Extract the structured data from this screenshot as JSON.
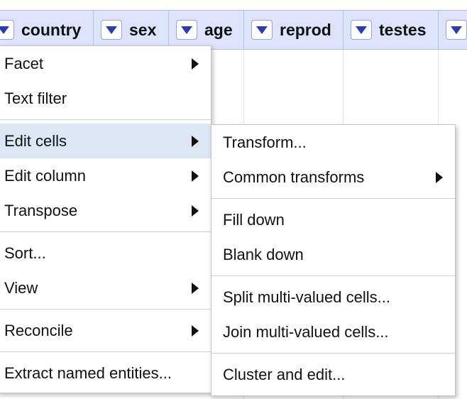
{
  "columns": [
    {
      "label": ""
    },
    {
      "label": "country"
    },
    {
      "label": "sex"
    },
    {
      "label": "age"
    },
    {
      "label": "reprod"
    },
    {
      "label": "testes"
    },
    {
      "label": ""
    }
  ],
  "column_menu": {
    "items": [
      {
        "label": "Facet",
        "submenu": true
      },
      {
        "label": "Text filter"
      },
      {
        "label": "Edit cells",
        "submenu": true,
        "highlighted": true
      },
      {
        "label": "Edit column",
        "submenu": true
      },
      {
        "label": "Transpose",
        "submenu": true
      },
      {
        "label": "Sort..."
      },
      {
        "label": "View",
        "submenu": true
      },
      {
        "label": "Reconcile",
        "submenu": true
      },
      {
        "label": "Extract named entities..."
      }
    ]
  },
  "edit_cells_submenu": {
    "items": [
      {
        "label": "Transform..."
      },
      {
        "label": "Common transforms",
        "submenu": true
      },
      {
        "label": "Fill down"
      },
      {
        "label": "Blank down"
      },
      {
        "label": "Split multi-valued cells..."
      },
      {
        "label": "Join multi-valued cells..."
      },
      {
        "label": "Cluster and edit..."
      }
    ]
  },
  "colors": {
    "header_bg": "#dee3fb",
    "dropdown_arrow": "#2e3bb0",
    "highlight": "#dce6f5"
  }
}
